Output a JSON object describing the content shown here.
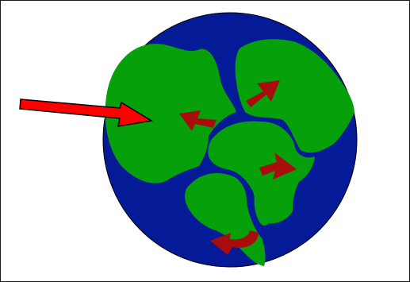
{
  "diagram": {
    "colors": {
      "background": "#ffffff",
      "frame": "#1a1a1a",
      "ocean": "#041a96",
      "land": "#06a00a",
      "pointer_arrow": "#ff0000",
      "pointer_outline": "#000000",
      "movement_arrow": "#a80c0c"
    },
    "movement_arrows": [
      {
        "id": "northeast",
        "direction": "up-right"
      },
      {
        "id": "northwest",
        "direction": "up-left"
      },
      {
        "id": "east",
        "direction": "right"
      },
      {
        "id": "south",
        "direction": "curved-left"
      }
    ],
    "pointer": {
      "direction": "right"
    }
  }
}
